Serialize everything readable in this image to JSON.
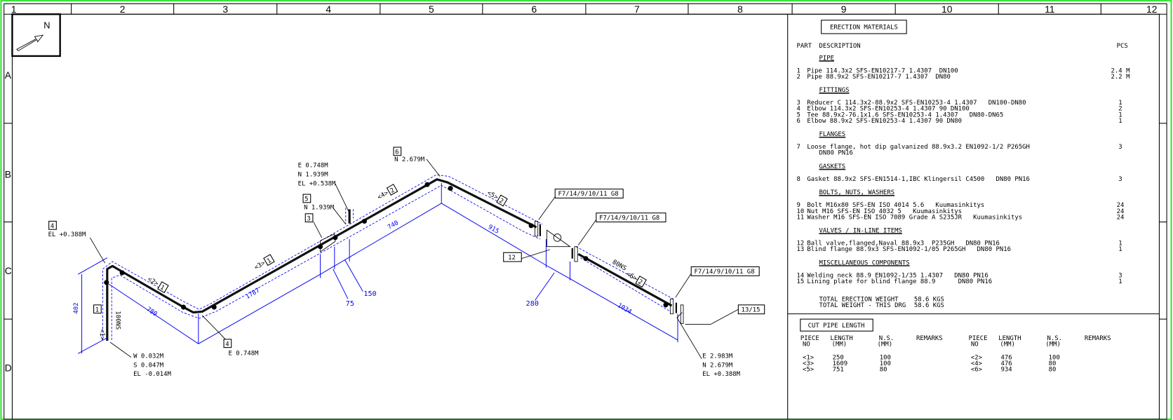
{
  "ruler": {
    "columns": [
      "1",
      "2",
      "3",
      "4",
      "5",
      "6",
      "7",
      "8",
      "9",
      "10",
      "11",
      "12"
    ],
    "rows": [
      "A",
      "B",
      "C",
      "D"
    ]
  },
  "compass": {
    "north_label": "N"
  },
  "materials": {
    "title": "ERECTION MATERIALS",
    "col_part": "PART",
    "col_description": "DESCRIPTION",
    "col_pcs": "PCS",
    "groups": [
      {
        "title": "PIPE",
        "items": [
          {
            "no": "1",
            "desc": "Pipe 114.3x2 SFS-EN10217-7 1.4307  DN100",
            "pcs": "2.4 M"
          },
          {
            "no": "2",
            "desc": "Pipe 88.9x2 SFS-EN10217-7 1.4307  DN80",
            "pcs": "2.2 M"
          }
        ]
      },
      {
        "title": "FITTINGS",
        "items": [
          {
            "no": "3",
            "desc": "Reducer C 114.3x2-88.9x2 SFS-EN10253-4 1.4307   DN100-DN80",
            "pcs": "1"
          },
          {
            "no": "4",
            "desc": "Elbow 114.3x2 SFS-EN10253-4 1.4307 90 DN100",
            "pcs": "2"
          },
          {
            "no": "5",
            "desc": "Tee 88.9x2-76.1x1.6 SFS-EN10253-4 1.4307   DN80-DN65",
            "pcs": "1"
          },
          {
            "no": "6",
            "desc": "Elbow 88.9x2 SFS-EN10253-4 1.4307 90 DN80",
            "pcs": "1"
          }
        ]
      },
      {
        "title": "FLANGES",
        "items": [
          {
            "no": "7",
            "desc": "Loose flange, hot dip galvanized 88.9x3.2 EN1092-1/2 P265GH",
            "cont": "DN80 PN16",
            "pcs": "3"
          }
        ]
      },
      {
        "title": "GASKETS",
        "items": [
          {
            "no": "8",
            "desc": "Gasket 88.9x2 SFS-EN1514-1,IBC Klingersil C4500   DN80 PN16",
            "pcs": "3"
          }
        ]
      },
      {
        "title": "BOLTS, NUTS, WASHERS",
        "items": [
          {
            "no": "9",
            "desc": "Bolt M16x80 SFS-EN ISO 4014 5.6   Kuumasinkitys",
            "pcs": "24"
          },
          {
            "no": "10",
            "desc": "Nut M16 SFS-EN ISO 4032 5   Kuumasinkitys",
            "pcs": "24"
          },
          {
            "no": "11",
            "desc": "Washer M16 SFS-EN ISO 7089 Grade A S235JR   Kuumasinkitys",
            "pcs": "24"
          }
        ]
      },
      {
        "title": "VALVES / IN-LINE ITEMS",
        "items": [
          {
            "no": "12",
            "desc": "Ball valve,flanged,Naval 88.9x3  P235GH   DN80 PN16",
            "pcs": "1"
          },
          {
            "no": "13",
            "desc": "Blind flange 88.9x3 SFS-EN1092-1/05 P265GH   DN80 PN16",
            "pcs": "1"
          }
        ]
      },
      {
        "title": "MISCELLANEOUS COMPONENTS",
        "items": [
          {
            "no": "14",
            "desc": "Welding neck 88.9 EN1092-1/35 1.4307   DN80 PN16",
            "pcs": "3"
          },
          {
            "no": "15",
            "desc": "Lining plate for blind flange 88.9      DN80 PN16",
            "pcs": "1"
          }
        ]
      }
    ],
    "totals": [
      {
        "label": "TOTAL ERECTION WEIGHT",
        "value": "58.6 KGS"
      },
      {
        "label": "TOTAL WEIGHT - THIS DRG",
        "value": "58.6 KGS"
      }
    ]
  },
  "cut_pipe": {
    "title": "CUT PIPE LENGTH",
    "headers": [
      {
        "line1": "PIECE",
        "line2": "NO"
      },
      {
        "line1": "LENGTH",
        "line2": "(MM)"
      },
      {
        "line1": "N.S.",
        "line2": "(MM)"
      },
      {
        "line1": "REMARKS",
        "line2": ""
      }
    ],
    "left_rows": [
      {
        "piece": "<1>",
        "length": "250",
        "ns": "100"
      },
      {
        "piece": "<3>",
        "length": "1609",
        "ns": "100"
      },
      {
        "piece": "<5>",
        "length": "751",
        "ns": "80"
      }
    ],
    "right_rows": [
      {
        "piece": "<2>",
        "length": "476",
        "ns": "100"
      },
      {
        "piece": "<4>",
        "length": "476",
        "ns": "80"
      },
      {
        "piece": "<6>",
        "length": "934",
        "ns": "80"
      }
    ]
  },
  "drawing": {
    "start_coords": [
      "W 0.032M",
      "S 0.047M",
      "EL -0.014M"
    ],
    "elbow4_top": {
      "tag": "4",
      "coord": "EL +0.388M"
    },
    "elbow4_bottom": {
      "tag": "4",
      "coord": "E 0.748M"
    },
    "tee_coords": [
      "E 0.748M",
      "N 1.939M",
      "EL +0.538M"
    ],
    "tee": {
      "tag": "5",
      "coord": "N 1.939M"
    },
    "reducer": {
      "tag": "3"
    },
    "elbow6": {
      "tag": "6",
      "coord": "N 2.679M"
    },
    "end_coords": [
      "E 2.983M",
      "N 2.679M",
      "EL +0.388M"
    ],
    "flange_tag": "F7/14/9/10/11 G8",
    "valve_tag": "12",
    "blind_tag": "13/15",
    "pieces": [
      {
        "piece": "<1>",
        "mark": "1"
      },
      {
        "piece": "<2>",
        "mark": "1"
      },
      {
        "piece": "<3>",
        "mark": "1"
      },
      {
        "piece": "<4>",
        "mark": "2"
      },
      {
        "piece": "<5>",
        "mark": "2"
      },
      {
        "piece": "<6>",
        "mark": "2"
      }
    ],
    "size_labels": [
      "100NS",
      "80NS"
    ],
    "dimensions": [
      "402",
      "780",
      "1787",
      "75",
      "150",
      "740",
      "915",
      "280",
      "1034"
    ]
  }
}
